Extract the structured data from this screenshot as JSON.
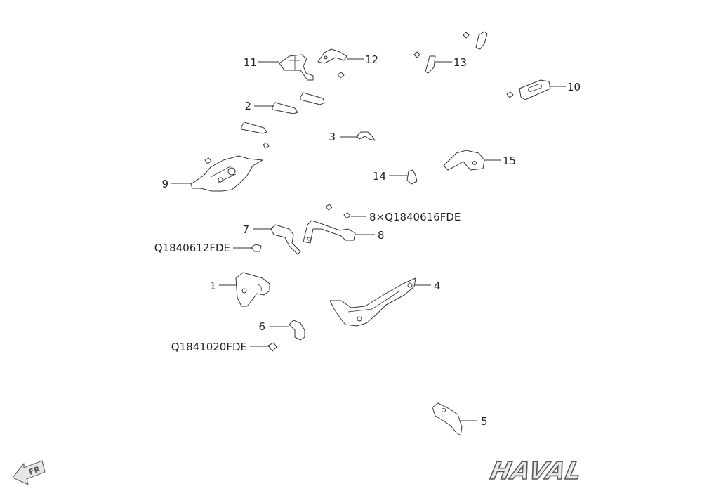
{
  "callouts": {
    "c1": "1",
    "c2": "2",
    "c3": "3",
    "c4": "4",
    "c5": "5",
    "c6": "6",
    "c7": "7",
    "c8": "8",
    "c8b": "8×Q1840616FDE",
    "c9": "9",
    "c10": "10",
    "c11": "11",
    "c12": "12",
    "c13": "13",
    "c14": "14",
    "c15": "15",
    "q612": "Q1840612FDE",
    "q1020": "Q1841020FDE"
  },
  "orientation": {
    "label": "FR"
  },
  "brand": {
    "name": "HAVAL"
  }
}
